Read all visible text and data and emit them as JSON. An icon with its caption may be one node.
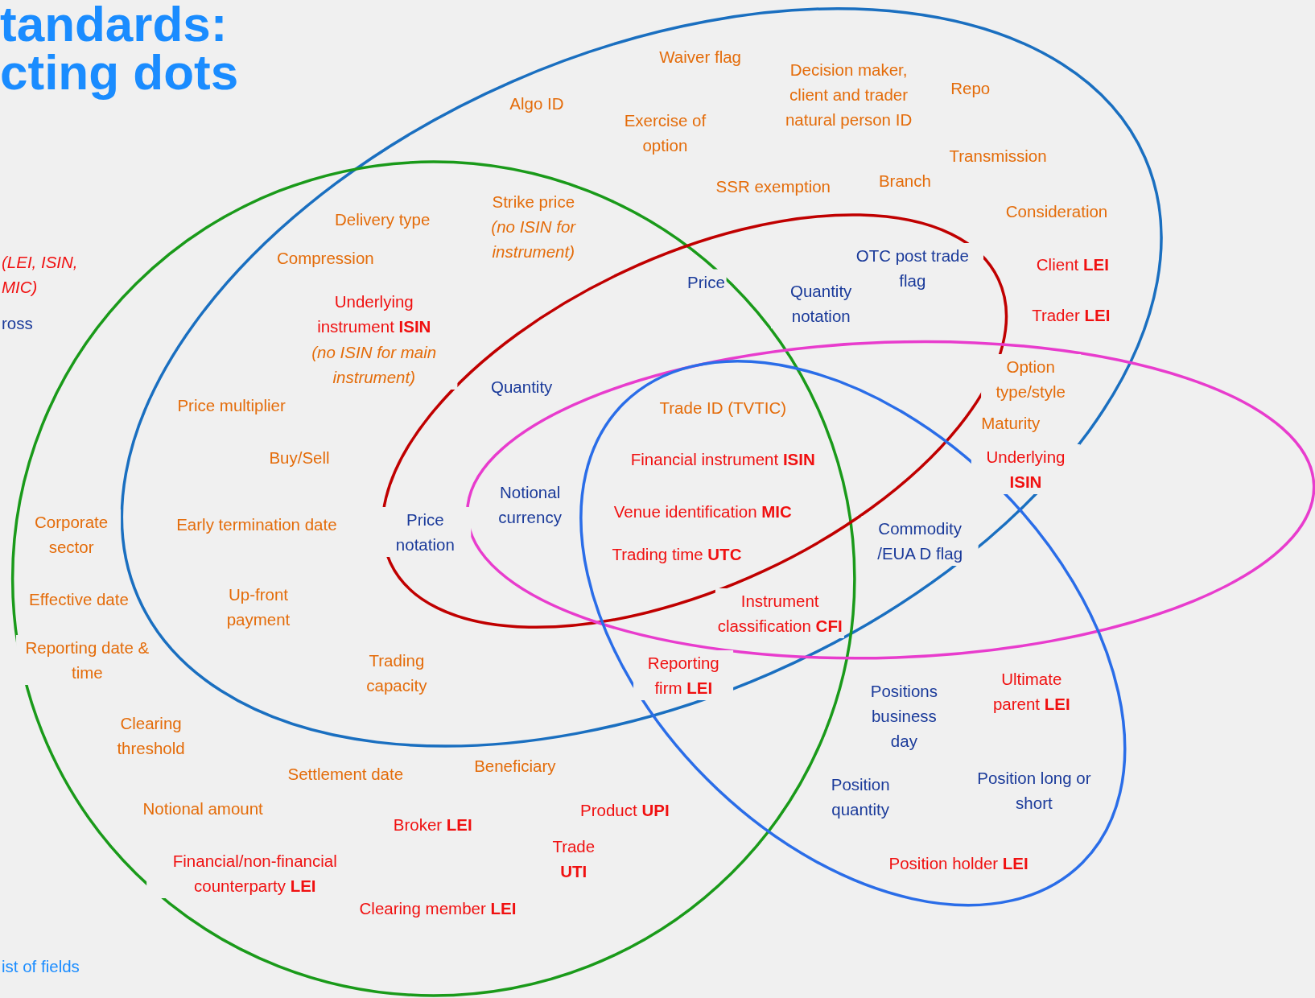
{
  "diagram": {
    "title": "tandards: cting dots",
    "labels": [
      "(LEI, ISIN, MIC)",
      "ross",
      "Waiver flag",
      "Decision maker, client and trader natural person ID",
      "Repo",
      "Algo ID",
      "Exercise of option",
      "Transmission",
      "SSR exemption",
      "Branch",
      "Strike price",
      "(no ISIN for instrument)",
      "Delivery type",
      "Consideration",
      "Compression",
      "OTC post trade flag",
      "Client **LEI**",
      "Underlying instrument **ISIN**",
      "Price",
      "Quantity notation",
      "(no ISIN for main instrument)",
      "Trader **LEI**",
      "Option type/style",
      "Quantity",
      "Price multiplier",
      "Trade ID (TVTIC)",
      "Maturity",
      "Financial instrument **ISIN**",
      "Underlying **ISIN**",
      "Buy/Sell",
      "Notional currency",
      "Early termination date",
      "Venue identification **MIC**",
      "Corporate sector",
      "Price notation",
      "Commodity /EUA D flag",
      "Trading time **UTC**",
      "Instrument classification **CFI**",
      "Effective date",
      "Up-front payment",
      "Reporting date & time",
      "Trading capacity",
      "Reporting firm **LEI**",
      "Ultimate parent **LEI**",
      "Positions business day",
      "Clearing threshold",
      "Beneficiary",
      "Settlement date",
      "Position quantity",
      "Position long or short",
      "Notional amount",
      "Product **UPI**",
      "Broker **LEI**",
      "Trade **UTI**",
      "Position holder **LEI**",
      "Financial/non-financial counterparty **LEI**",
      "Clearing member **LEI**",
      "ist of fields"
    ]
  }
}
